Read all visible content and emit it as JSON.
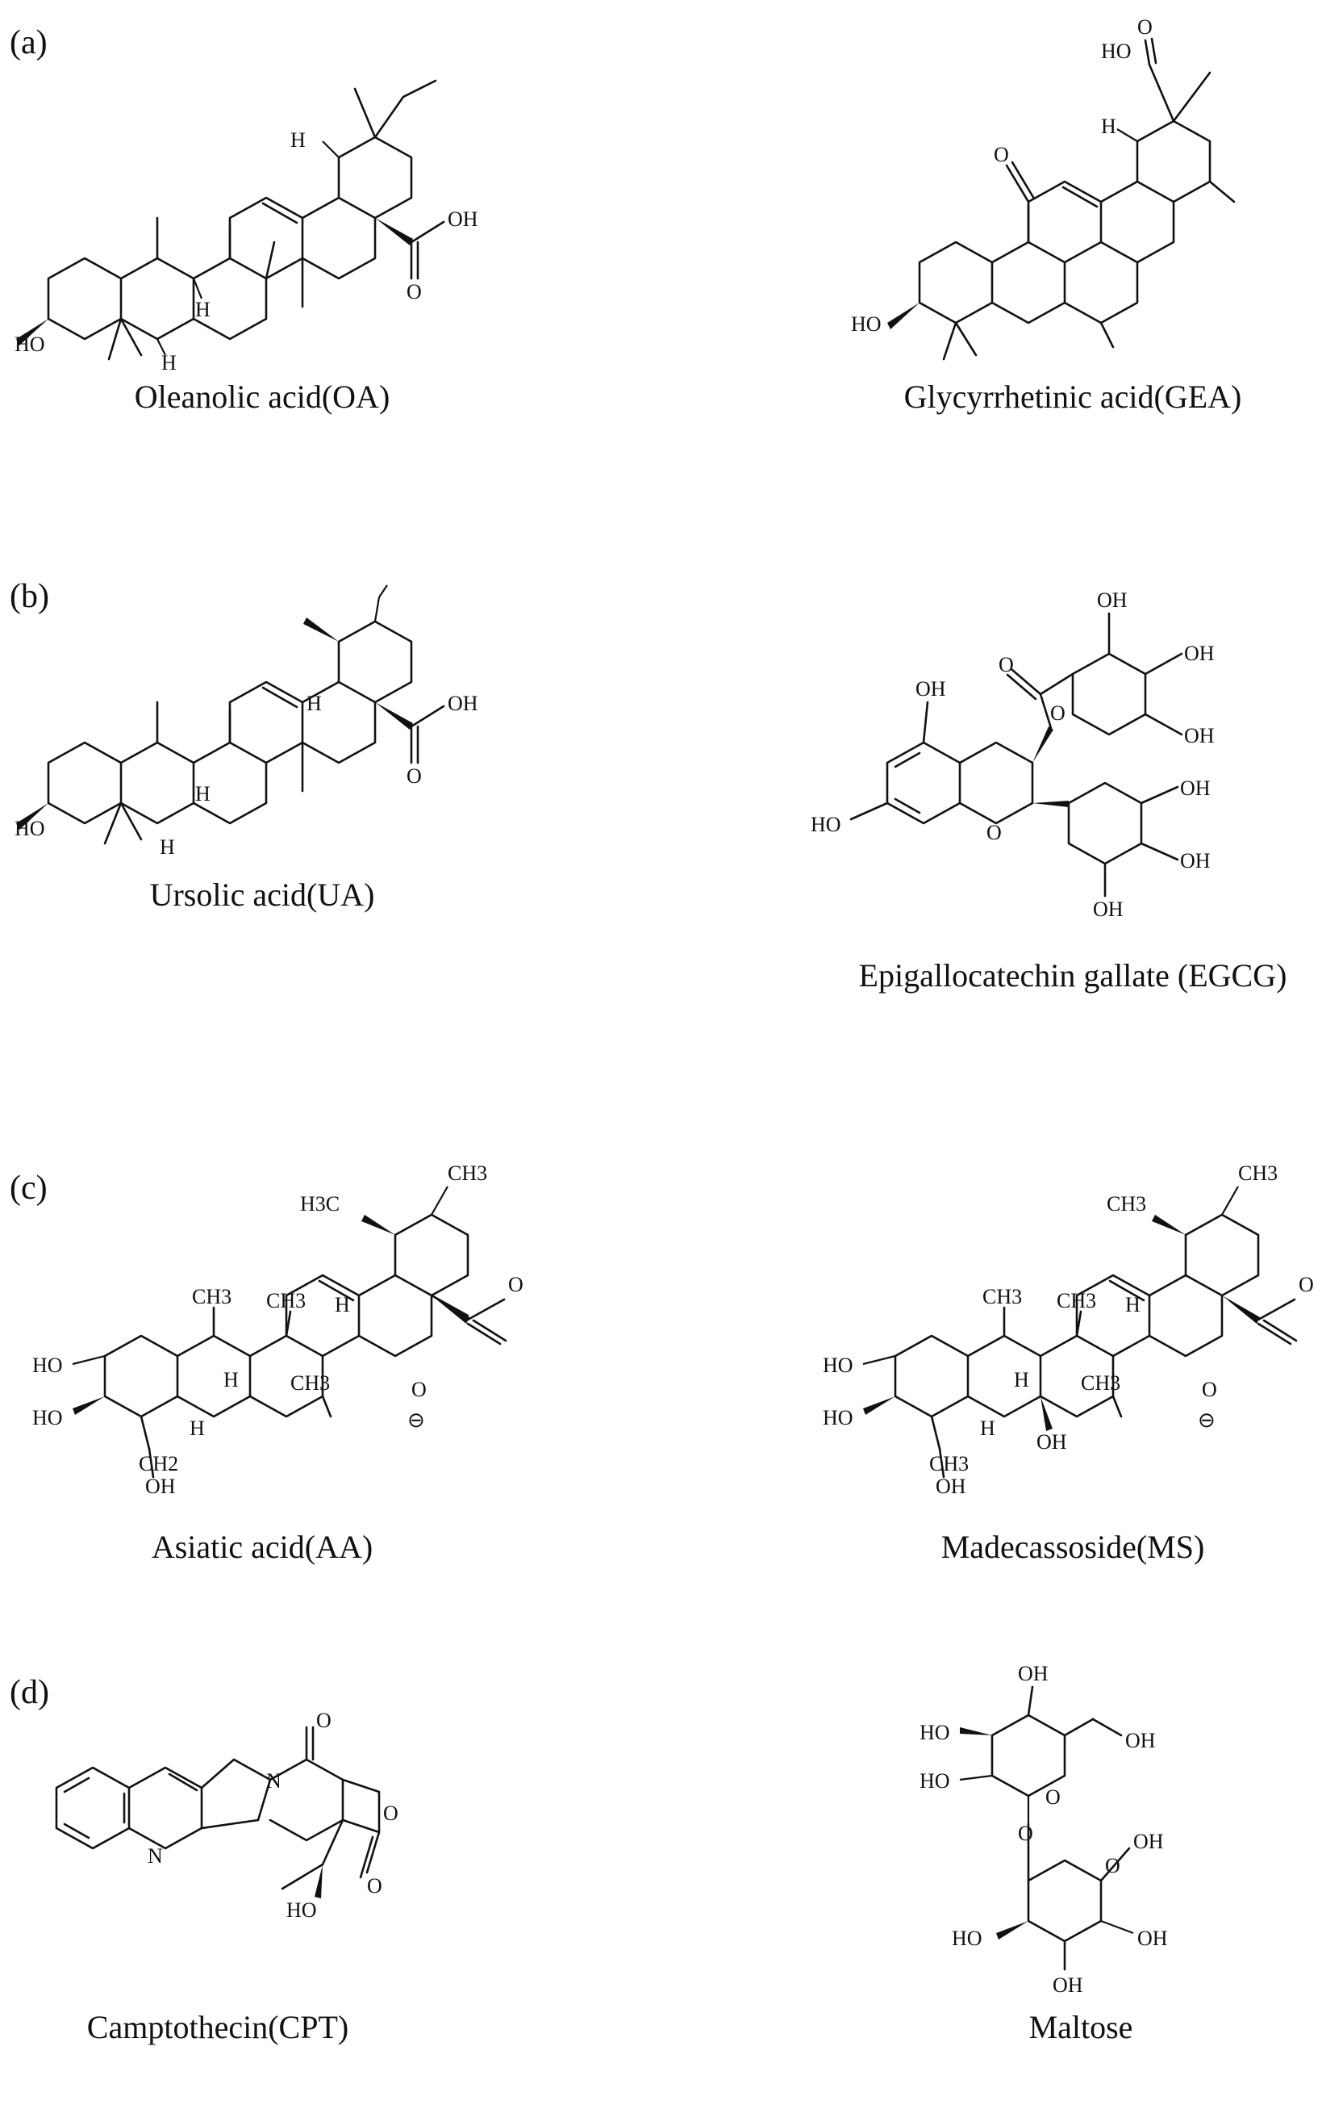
{
  "panels": [
    {
      "label": "(a)",
      "molecules": [
        {
          "name": "Oleanolic acid(OA)",
          "atoms": [
            "HO",
            "H",
            "H",
            "H",
            "OH",
            "O"
          ]
        },
        {
          "name": "Glycyrrhetinic acid(GEA)",
          "atoms": [
            "HO",
            "O",
            "H",
            "O",
            "HO"
          ]
        }
      ]
    },
    {
      "label": "(b)",
      "molecules": [
        {
          "name": "Ursolic acid(UA)",
          "atoms": [
            "HO",
            "H",
            "H",
            "H",
            "OH",
            "O"
          ]
        },
        {
          "name": "Epigallocatechin gallate (EGCG)",
          "atoms": [
            "OH",
            "OH",
            "OH",
            "O",
            "O",
            "OH",
            "HO",
            "O",
            "OH",
            "OH",
            "OH"
          ]
        }
      ]
    },
    {
      "label": "(c)",
      "molecules": [
        {
          "name": "Asiatic acid(AA)",
          "atoms": [
            "CH3",
            "H3C",
            "O",
            "CH3",
            "CH3",
            "H",
            "H",
            "CH3",
            "HO",
            "HO",
            "H",
            "CH2",
            "OH",
            "O",
            "⊖"
          ]
        },
        {
          "name": "Madecassoside(MS)",
          "atoms": [
            "CH3",
            "CH3",
            "O",
            "CH3",
            "CH3",
            "H",
            "H",
            "CH3",
            "HO",
            "HO",
            "H",
            "OH",
            "CH3",
            "OH",
            "O",
            "⊖"
          ]
        }
      ]
    },
    {
      "label": "(d)",
      "molecules": [
        {
          "name": "Camptothecin(CPT)",
          "atoms": [
            "O",
            "N",
            "N",
            "O",
            "HO",
            "O"
          ]
        },
        {
          "name": "Maltose",
          "atoms": [
            "OH",
            "HO",
            "OH",
            "HO",
            "O",
            "OH",
            "O",
            "HO",
            "O",
            "OH",
            "OH"
          ]
        }
      ]
    }
  ]
}
